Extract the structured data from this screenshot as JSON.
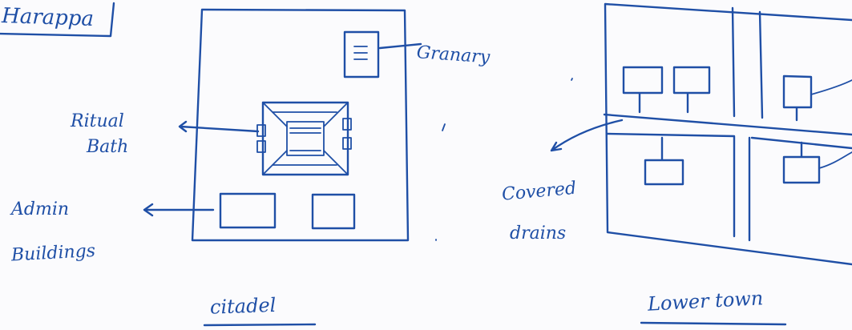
{
  "title": "Harappa",
  "sections": {
    "citadel": {
      "caption": "citadel",
      "labels": {
        "granary": "Granary",
        "ritual_bath_line1": "Ritual",
        "ritual_bath_line2": "Bath",
        "admin_line1": "Admin",
        "admin_line2": "Buildings"
      }
    },
    "lower_town": {
      "caption": "Lower town",
      "labels": {
        "covered_drains_line1": "Covered",
        "covered_drains_line2": "drains"
      }
    }
  },
  "ink_color": "#1f4fa6"
}
